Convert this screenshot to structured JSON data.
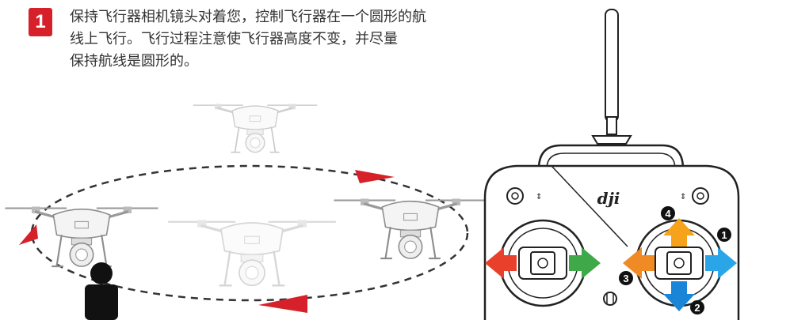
{
  "step": {
    "number": "1",
    "color": "#d6202a"
  },
  "instructions": {
    "line1": "保持飞行器相机镜头对着您，控制飞行器在一个圆形的航",
    "line2": "线上飞行。飞行过程注意使飞行器高度不变，并尽量",
    "line3": "保持航线是圆形的。"
  },
  "remote": {
    "brand": "dji",
    "markers": [
      "1",
      "2",
      "3",
      "4"
    ]
  },
  "colors": {
    "arrow_red": "#d6202a",
    "up": "#f7a21b",
    "down": "#1a85d6",
    "left_orange": "#f08a24",
    "right_blue": "#2aa5e8",
    "left_red": "#e8402a",
    "right_green": "#3fa848"
  }
}
